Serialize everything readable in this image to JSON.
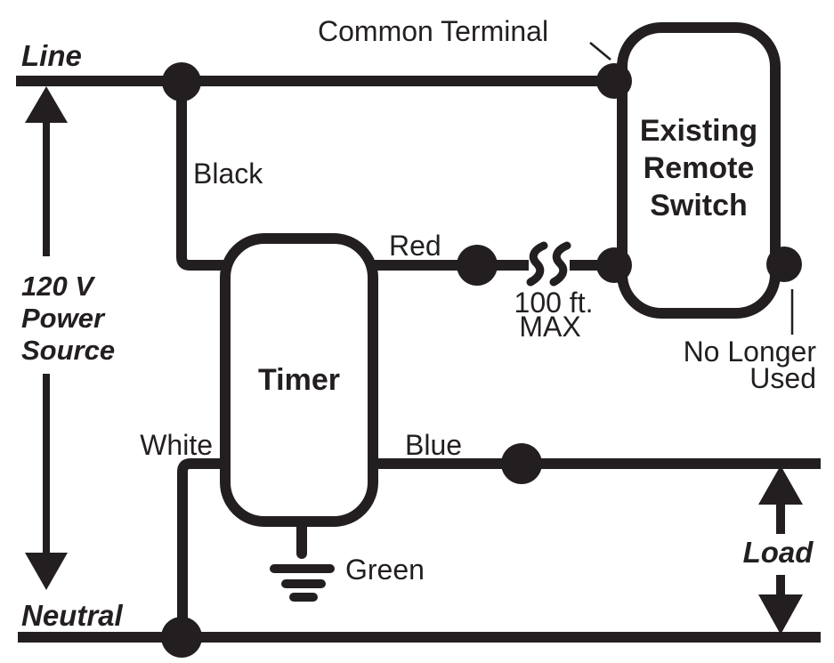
{
  "diagram": {
    "type": "wiring-diagram",
    "colors": {
      "ink": "#231f20",
      "background": "#ffffff"
    },
    "labels": {
      "line": "Line",
      "neutral": "Neutral",
      "power_source": {
        "line1": "120 V",
        "line2": "Power",
        "line3": "Source"
      },
      "common_terminal": "Common Terminal",
      "wire_black": "Black",
      "wire_red": "Red",
      "wire_white": "White",
      "wire_blue": "Blue",
      "wire_green": "Green",
      "distance_limit": {
        "line1": "100 ft.",
        "line2": "MAX"
      },
      "no_longer_used": {
        "line1": "No Longer",
        "line2": "Used"
      },
      "load": "Load"
    },
    "components": {
      "timer": {
        "label": "Timer"
      },
      "remote_switch": {
        "label_line1": "Existing",
        "label_line2": "Remote",
        "label_line3": "Switch"
      }
    }
  }
}
